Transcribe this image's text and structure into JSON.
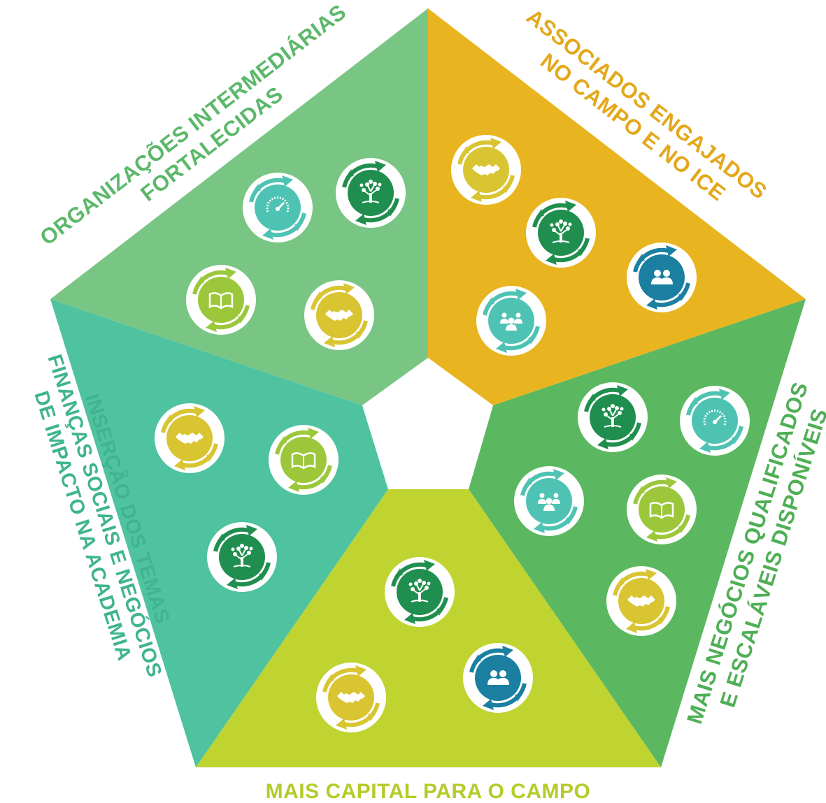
{
  "colors": {
    "segment_top_left": "#79C584",
    "segment_top_right": "#E8B520",
    "segment_right": "#5BB860",
    "segment_bottom": "#BFD431",
    "segment_left": "#4FC3A0",
    "label_top_left": "#5CB86A",
    "label_top_right": "#E3A81B",
    "label_right": "#4FAF55",
    "label_bottom": "#B5CB2A",
    "label_left": "#3FB48E",
    "icon_handshake": "#D9C431",
    "icon_tree": "#1F8E4E",
    "icon_gauge": "#4FC3B3",
    "icon_book": "#9CC73B",
    "icon_people": "#1A7FA0",
    "icon_group": "#4FC3B3"
  },
  "segments": {
    "top_left": {
      "lines": [
        "ORGANIZAÇÕES INTERMEDIÁRIAS",
        "FORTALECIDAS"
      ],
      "icons": [
        "gauge-icon",
        "tree-icon",
        "book-icon",
        "handshake-icon"
      ]
    },
    "top_right": {
      "lines": [
        "ASSOCIADOS ENGAJADOS",
        "NO CAMPO E NO ICE"
      ],
      "icons": [
        "handshake-icon",
        "tree-icon",
        "people-icon",
        "group-icon"
      ]
    },
    "right": {
      "lines": [
        "MAIS NEGÓCIOS QUALIFICADOS",
        "E ESCALÁVEIS DISPONÍVEIS"
      ],
      "icons": [
        "tree-icon",
        "gauge-icon",
        "group-icon",
        "book-icon",
        "handshake-icon"
      ]
    },
    "bottom": {
      "lines": [
        "MAIS CAPITAL PARA O CAMPO"
      ],
      "icons": [
        "tree-icon",
        "people-icon",
        "handshake-icon"
      ]
    },
    "left": {
      "lines": [
        "INSERÇÃO DOS TEMAS",
        "FINANÇAS SOCIAIS E NEGÓCIOS",
        "DE IMPACTO NA ACADEMIA"
      ],
      "icons": [
        "handshake-icon",
        "book-icon",
        "tree-icon"
      ]
    }
  }
}
